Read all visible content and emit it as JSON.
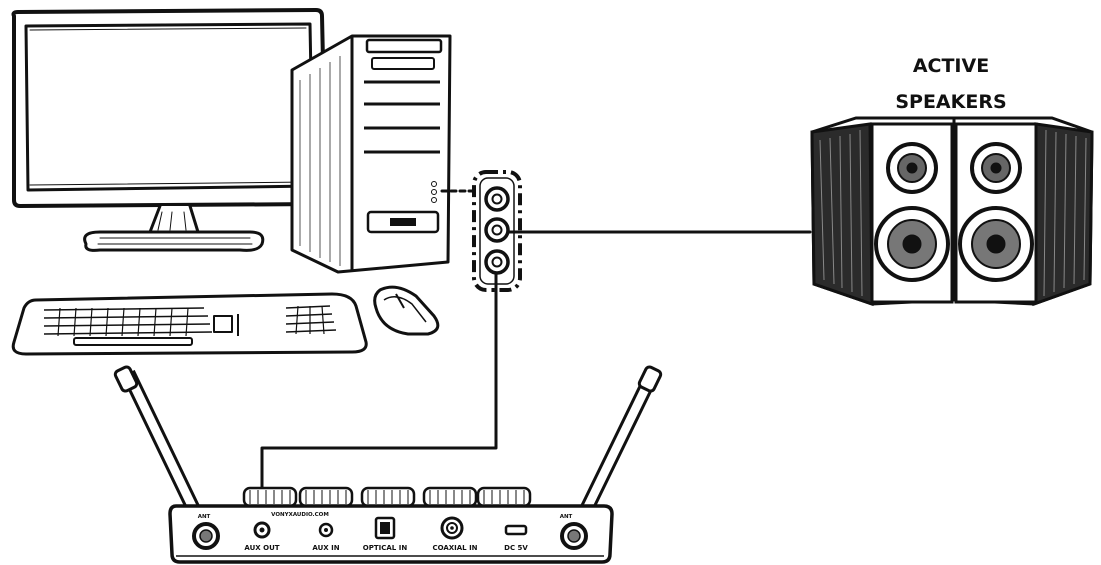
{
  "speakers": {
    "title_line1": "ACTIVE",
    "title_line2": "SPEAKERS"
  },
  "receiver": {
    "brand_text": "VONYXAUDIO.COM",
    "antenna_left_label": "ANT",
    "antenna_right_label": "ANT",
    "ports": [
      "AUX OUT",
      "AUX IN",
      "OPTICAL IN",
      "COAXIAL IN",
      "DC 5V"
    ]
  },
  "colors": {
    "ink": "#111111",
    "background": "#ffffff"
  }
}
